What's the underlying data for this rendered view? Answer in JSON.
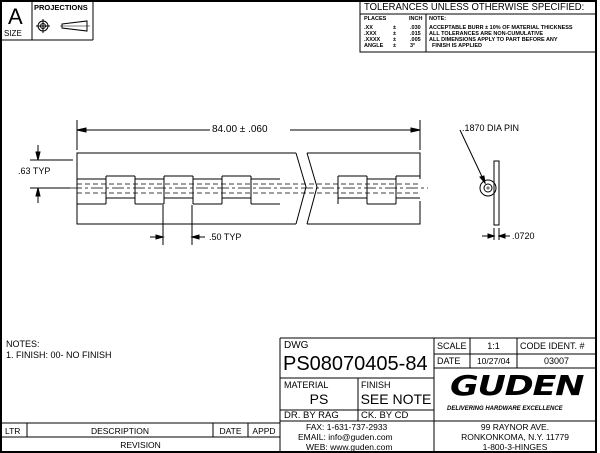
{
  "header": {
    "size_letter": "A",
    "size_label": "SIZE",
    "projections_label": "PROJECTIONS",
    "tolerances": {
      "title": "TOLERANCES UNLESS OTHERWISE SPECIFIED:",
      "places_header": "PLACES",
      "inch_header": "INCH",
      "note_header": "NOTE:",
      "rows": [
        {
          "places": ".XX",
          "pm": "±",
          "inch": ".030"
        },
        {
          "places": ".XXX",
          "pm": "±",
          "inch": ".015"
        },
        {
          "places": ".XXXX",
          "pm": "±",
          "inch": ".005"
        },
        {
          "places": "ANGLE",
          "pm": "±",
          "inch": "3°"
        }
      ],
      "notes": [
        "ACCEPTABLE BURR ± 10% OF MATERIAL THICKNESS",
        "ALL TOLERANCES ARE NON-CUMULATIVE",
        "ALL DIMENSIONS APPLY TO PART BEFORE ANY",
        "  FINISH IS APPLIED"
      ]
    }
  },
  "drawing": {
    "length_dim": "84.00 ± .060",
    "height_dim": ".63 TYP",
    "knuckle_dim": ".50 TYP",
    "pin_dim": ".1870 DIA PIN",
    "thickness_dim": ".0720"
  },
  "notes": {
    "title": "NOTES:",
    "items": [
      "1. FINISH: 00- NO FINISH"
    ]
  },
  "revision": {
    "ltr": "LTR",
    "description": "DESCRIPTION",
    "date": "DATE",
    "appd": "APPD",
    "label": "REVISION"
  },
  "title_block": {
    "dwg_label": "DWG",
    "dwg_number": "PS08070405-84",
    "scale_label": "SCALE",
    "scale_value": "1:1",
    "code_label": "CODE IDENT. #",
    "code_value": "03007",
    "date_label": "DATE",
    "date_value": "10/27/04",
    "material_label": "MATERIAL",
    "material_value": "PS",
    "finish_label": "FINISH",
    "finish_value": "SEE NOTE",
    "drawn_by": "DR. BY RAG",
    "checked_by": "CK. BY  CD",
    "fax": "FAX: 1-631-737-2933",
    "email": "EMAIL: info@guden.com",
    "web": "WEB: www.guden.com",
    "company_logo": "GUDEN",
    "tagline": "DELIVERING HARDWARE EXCELLENCE",
    "address1": "99 RAYNOR AVE.",
    "address2": "RONKONKOMA, N.Y. 11779",
    "phone": "1-800-3-HINGES"
  }
}
